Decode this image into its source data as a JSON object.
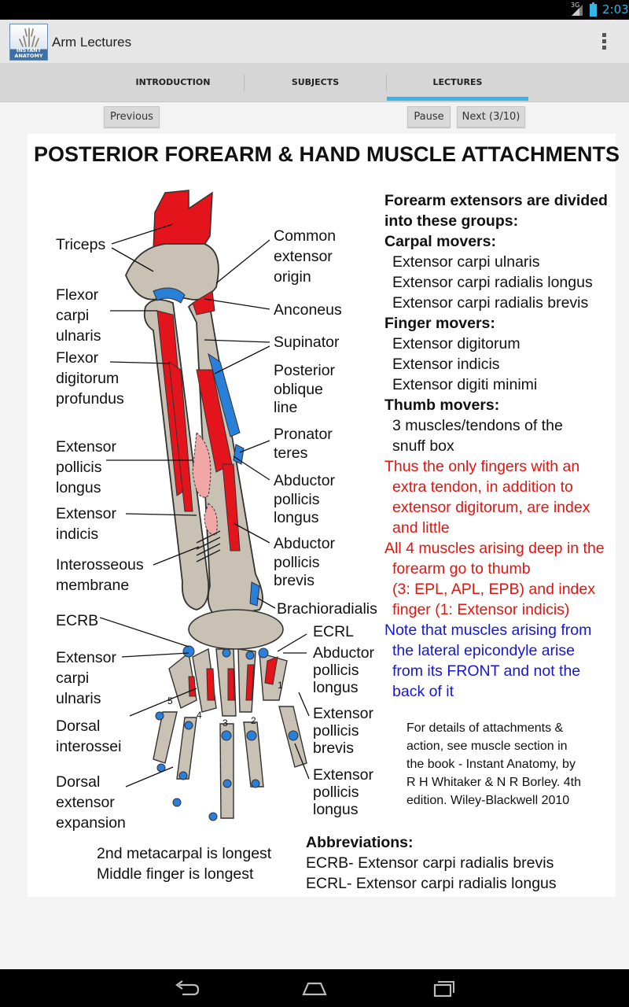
{
  "status_bar": {
    "network": "3G",
    "time": "2:03"
  },
  "app": {
    "title": "Arm Lectures",
    "icon_caption": "INSTANT ANATOMY"
  },
  "tabs": [
    {
      "label": "INTRODUCTION",
      "selected": false
    },
    {
      "label": "SUBJECTS",
      "selected": false
    },
    {
      "label": "LECTURES",
      "selected": true
    }
  ],
  "controls": {
    "previous": "Previous",
    "pause": "Pause",
    "next": "Next (3/10)"
  },
  "colors": {
    "accent": "#33b5e5",
    "red_text": "#e3140f",
    "blue_text": "#1616d8"
  },
  "slide": {
    "title": "POSTERIOR FOREARM & HAND MUSCLE ATTACHMENTS",
    "left_labels": [
      "Triceps",
      "Flexor",
      "carpi",
      "ulnaris",
      "Flexor",
      "digitorum",
      "profundus",
      "Extensor",
      "pollicis",
      "longus",
      "Extensor",
      "indicis",
      "Interosseous",
      "membrane",
      "ECRB",
      "Extensor",
      "carpi",
      "ulnaris",
      "Dorsal",
      "interossei",
      "Dorsal",
      "extensor",
      "expansion"
    ],
    "right_labels": [
      "Common",
      "extensor",
      "origin",
      "Anconeus",
      "Supinator",
      "Posterior",
      "oblique",
      "line",
      "Pronator",
      "teres",
      "Abductor",
      "pollicis",
      "longus",
      "Abductor",
      "pollicis",
      "brevis",
      "Brachioradialis",
      "ECRL",
      "Abductor",
      "pollicis",
      "longus",
      "Extensor",
      "pollicis",
      "brevis",
      "Extensor",
      "pollicis",
      "longus"
    ],
    "digit_numbers": [
      "5",
      "4",
      "3",
      "2",
      "1"
    ],
    "notes": {
      "intro": [
        "Forearm extensors are divided",
        "into these groups:"
      ],
      "carpal_heading": "Carpal movers:",
      "carpal": [
        "Extensor carpi ulnaris",
        "Extensor carpi radialis longus",
        "Extensor carpi radialis brevis"
      ],
      "finger_heading": "Finger movers:",
      "finger": [
        "Extensor digitorum",
        "Extensor indicis",
        "Extensor digiti minimi"
      ],
      "thumb_heading": "Thumb movers:",
      "thumb": [
        "3 muscles/tendons of the",
        "snuff box"
      ],
      "red1": [
        "Thus the only fingers with an",
        "extra tendon, in addition to",
        "extensor digitorum, are index",
        "and little"
      ],
      "red2": [
        "All 4 muscles arising deep in the",
        "forearm go to thumb",
        "(3: EPL, APL, EPB) and index",
        "finger (1: Extensor indicis)"
      ],
      "blue": [
        "Note that muscles arising from",
        "the lateral epicondyle arise",
        "from its FRONT and not the",
        "back of it"
      ],
      "details": [
        "For details of attachments &",
        "action,  see muscle section in",
        "the book - Instant Anatomy, by",
        "R H Whitaker & N R Borley. 4th",
        "edition. Wiley-Blackwell 2010"
      ],
      "bottom_left": [
        "2nd metacarpal is longest",
        "Middle finger is longest"
      ],
      "abbrev_heading": "Abbreviations:",
      "abbrev": [
        "ECRB- Extensor carpi radialis brevis",
        "ECRL- Extensor carpi radialis longus"
      ]
    }
  }
}
